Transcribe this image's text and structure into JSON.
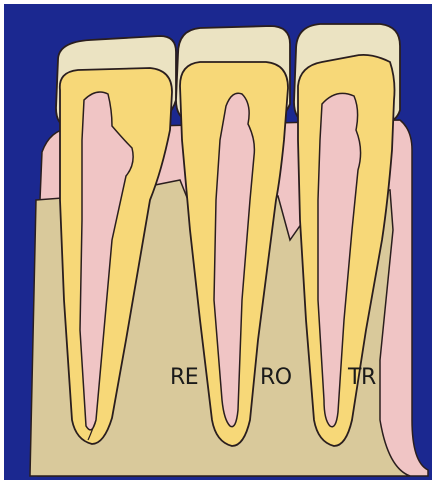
{
  "labels": {
    "re": "RE",
    "ro": "RO",
    "tr": "TR"
  },
  "colors": {
    "background": "#1b2890",
    "bone": "#d9c99b",
    "gum": "#f0c5c5",
    "dentin": "#f7d878",
    "enamel": "#ebe3c2",
    "outline": "#2a1e1e"
  }
}
